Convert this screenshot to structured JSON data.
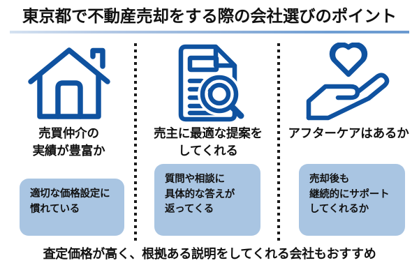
{
  "title": "東京都で不動産売却をする際の会社選びのポイント",
  "columns": [
    {
      "icon": "house-icon",
      "heading_lines": [
        "売買仲介の",
        "実績が豊富か"
      ],
      "note_lines": [
        "適切な価格設定に",
        "慣れている"
      ]
    },
    {
      "icon": "document-magnifier-icon",
      "heading_lines": [
        "売主に最適な提案を",
        "してくれる"
      ],
      "note_lines": [
        "質問や相談に",
        "具体的な答えが",
        "返ってくる"
      ]
    },
    {
      "icon": "hand-holding-heart-icon",
      "heading_lines": [
        "アフターケアはあるか"
      ],
      "note_lines": [
        "売却後も",
        "継続的にサポート",
        "してくれるか"
      ]
    }
  ],
  "footer": "査定価格が高く、根拠ある説明をしてくれる会社もおすすめ",
  "colors": {
    "icon_blue": "#0f52a0",
    "note_box_bg": "#a9c5e2",
    "text_dark": "#111111",
    "rule_gradient_start": "#d5e2f1",
    "rule_gradient_end": "#6b9ad0",
    "divider_dot": "#1a1a1a",
    "background": "#ffffff"
  }
}
